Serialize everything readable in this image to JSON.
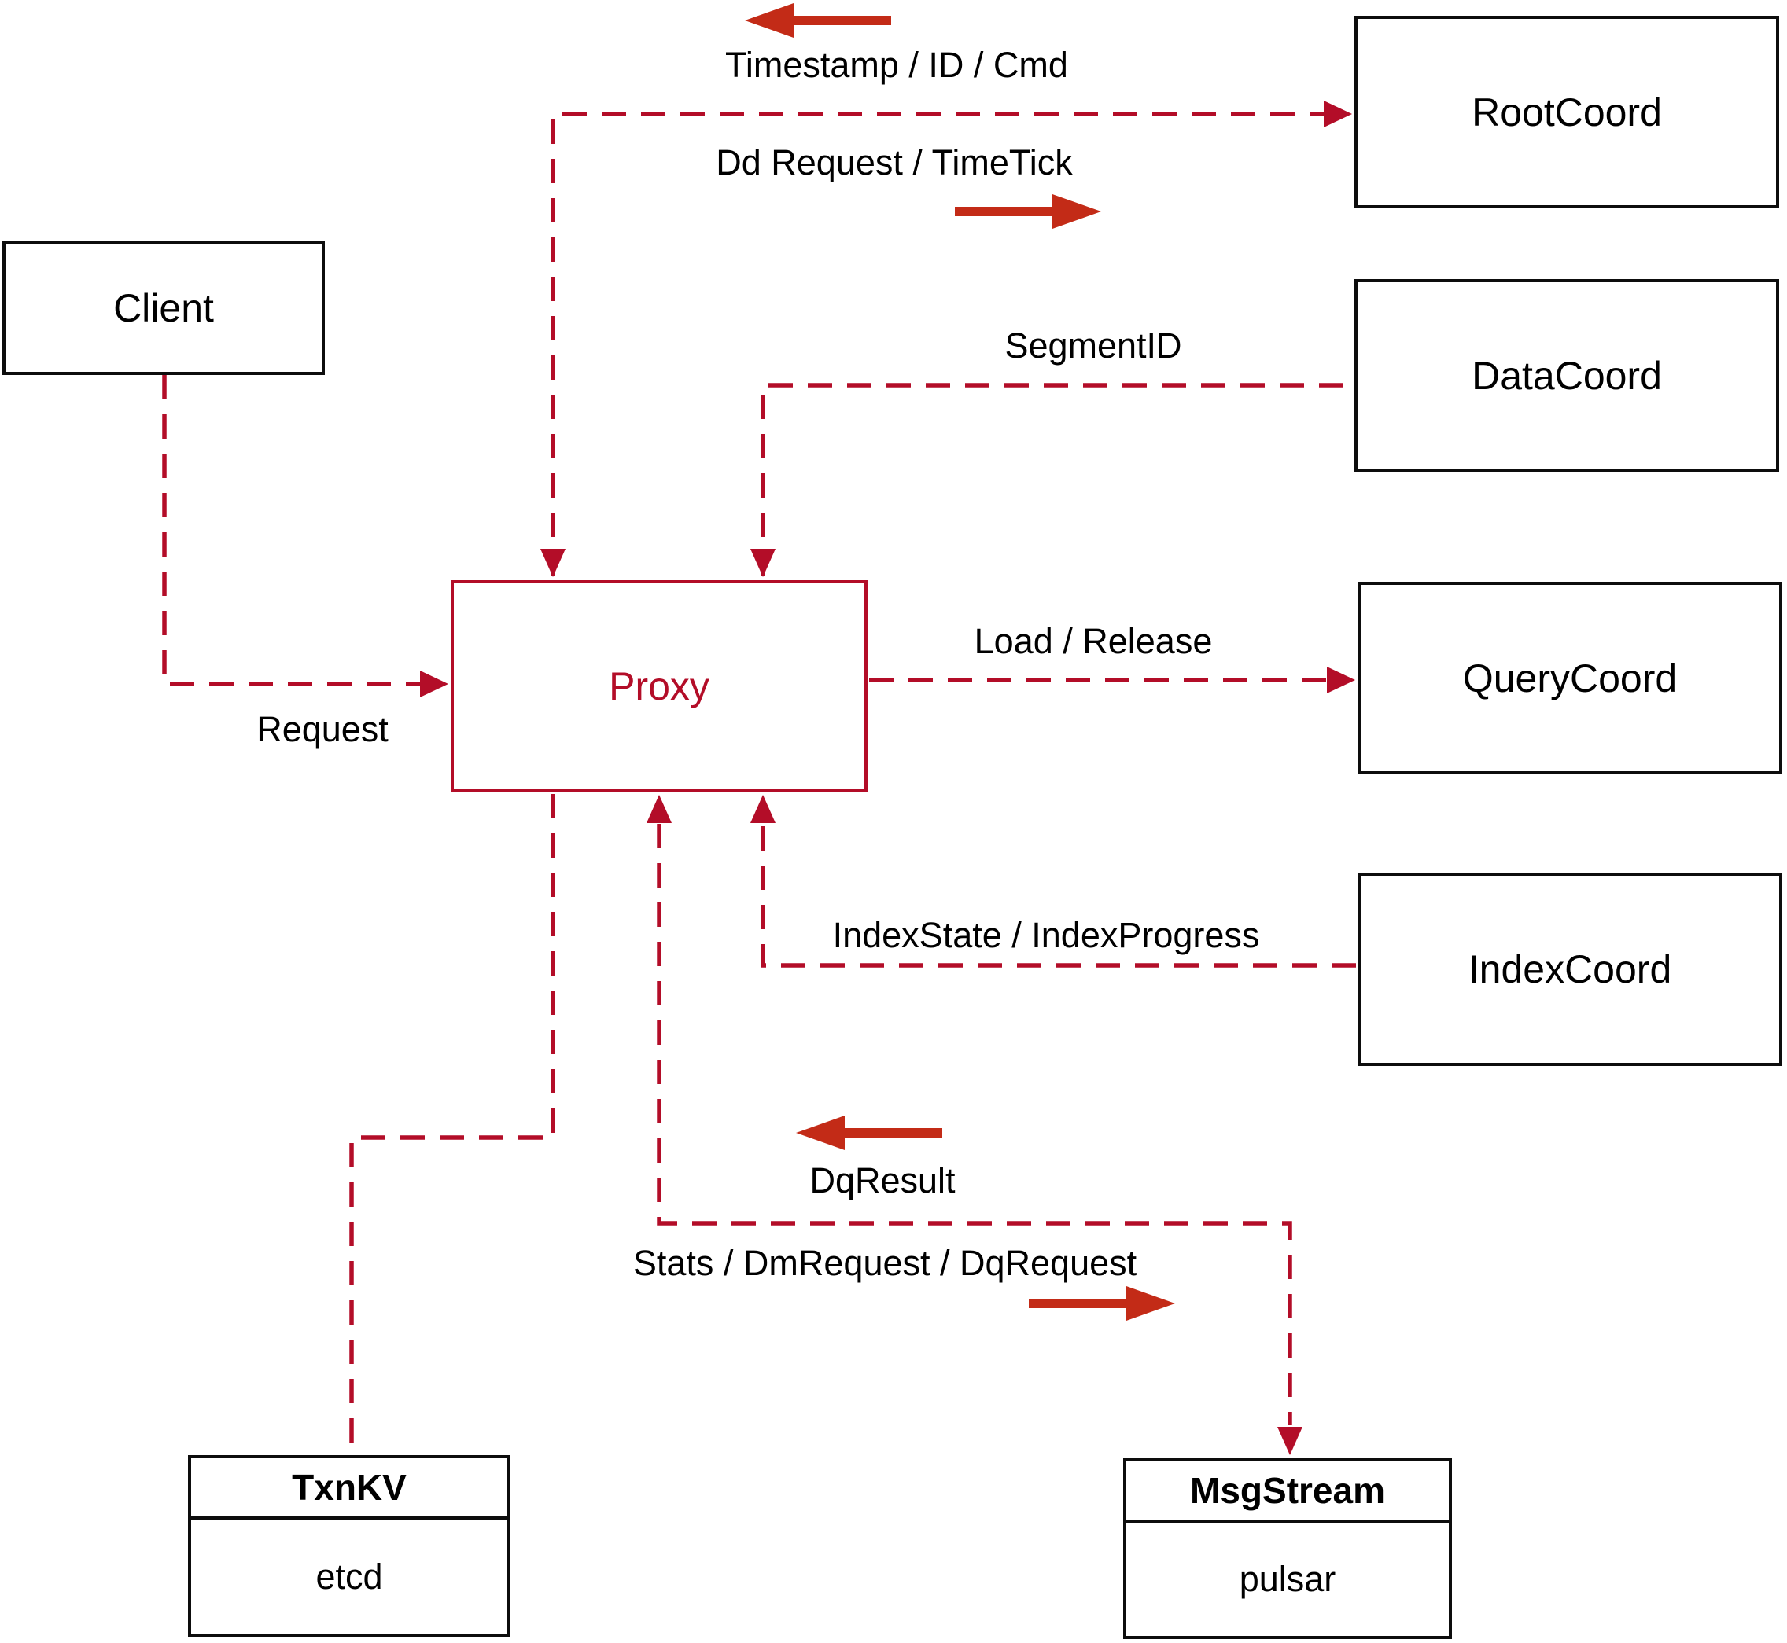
{
  "diagram": {
    "nodes": {
      "client": {
        "label": "Client"
      },
      "proxy": {
        "label": "Proxy"
      },
      "root_coord": {
        "label": "RootCoord"
      },
      "data_coord": {
        "label": "DataCoord"
      },
      "query_coord": {
        "label": "QueryCoord"
      },
      "index_coord": {
        "label": "IndexCoord"
      },
      "txn_kv": {
        "title": "TxnKV",
        "impl": "etcd"
      },
      "msg_stream": {
        "title": "MsgStream",
        "impl": "pulsar"
      }
    },
    "edge_labels": {
      "timestamp": "Timestamp / ID / Cmd",
      "dd_request": "Dd Request / TimeTick",
      "segment_id": "SegmentID",
      "request": "Request",
      "load_release": "Load / Release",
      "index_state": "IndexState / IndexProgress",
      "dq_result": "DqResult",
      "stats": "Stats / DmRequest / DqRequest"
    },
    "colors": {
      "line": "#b30d28",
      "arrow": "#c32b17",
      "box_border": "#0d0d0d",
      "text": "#000000",
      "background": "#ffffff"
    }
  }
}
